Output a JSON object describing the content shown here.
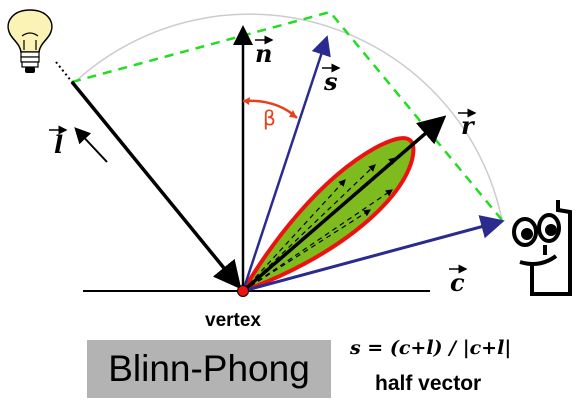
{
  "labels": {
    "n": "n",
    "s": "s",
    "r": "r",
    "l": "l",
    "c": "c",
    "beta": "β",
    "vertex": "vertex"
  },
  "badge": "Blinn-Phong",
  "formula": "s = (c+l) / |c+l|",
  "subtitle": "half vector",
  "colors": {
    "dashed_guide": "#22dd22",
    "lobe_fill": "#7dbb1e",
    "lobe_outline": "#ee1111",
    "s_and_c_vectors": "#2b2b8f",
    "beta_arc": "#e8401c",
    "hemisphere": "#cccccc",
    "badge_bg": "#b3b3b3"
  },
  "icons": [
    "light-bulb-icon",
    "eye-viewer-icon"
  ]
}
